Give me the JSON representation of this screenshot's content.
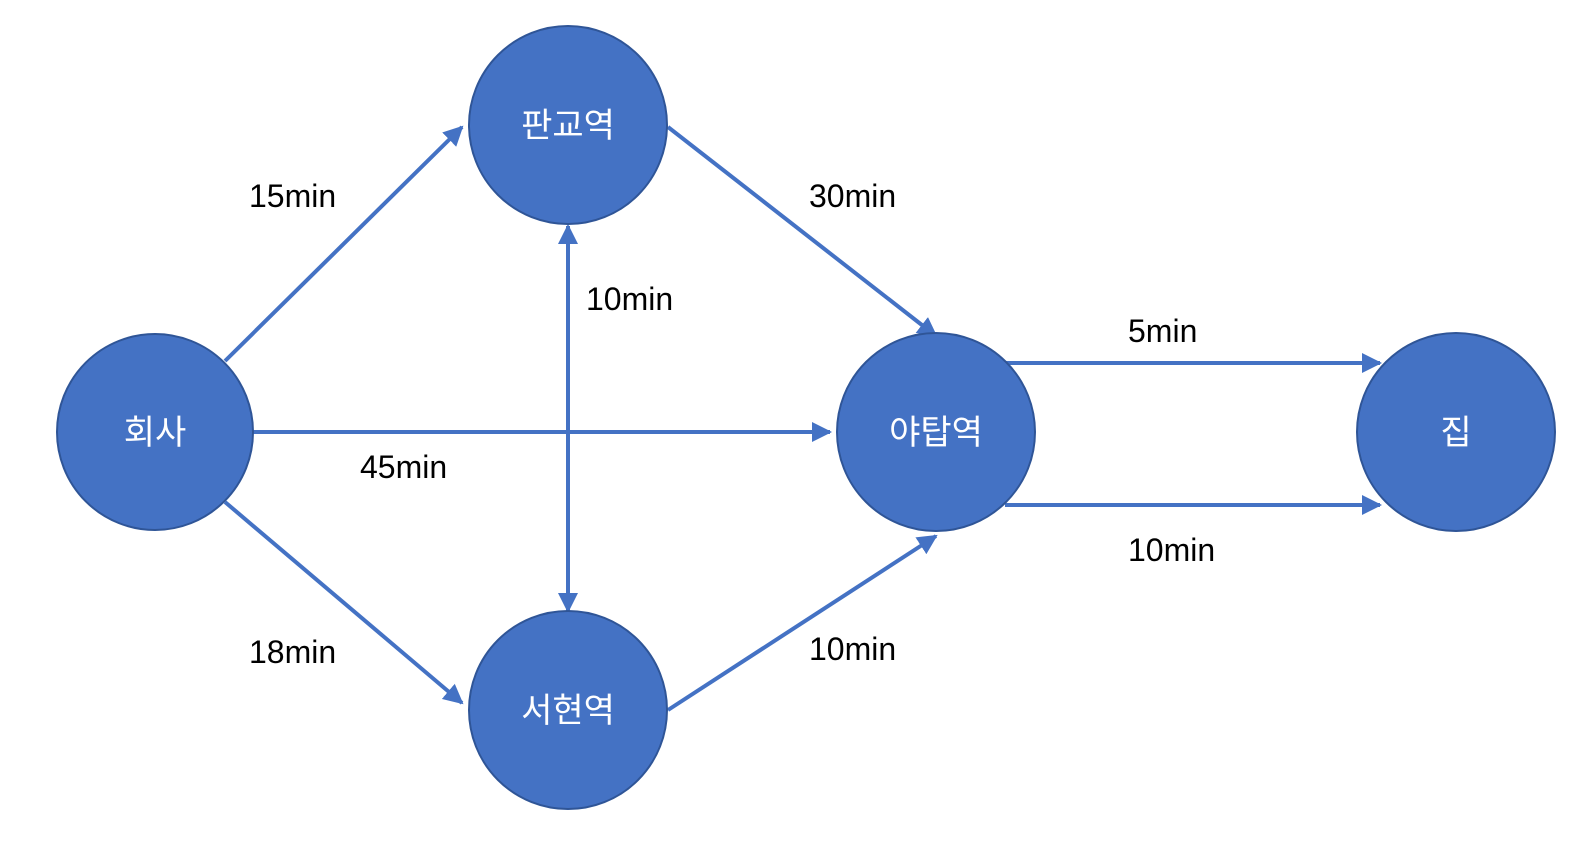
{
  "colors": {
    "node_fill": "#4472c4",
    "node_stroke": "#2f5597",
    "edge": "#4472c4",
    "node_text": "#ffffff",
    "edge_text": "#000000"
  },
  "nodes": {
    "company": "회사",
    "pangyo": "판교역",
    "seohyeon": "서현역",
    "yatap": "야탑역",
    "home": "집"
  },
  "edges": {
    "company_pangyo": "15min",
    "company_seohyeon": "18min",
    "company_yatap": "45min",
    "pangyo_seohyeon": "10min",
    "pangyo_yatap": "30min",
    "seohyeon_yatap": "10min",
    "yatap_home_top": "5min",
    "yatap_home_bottom": "10min"
  }
}
